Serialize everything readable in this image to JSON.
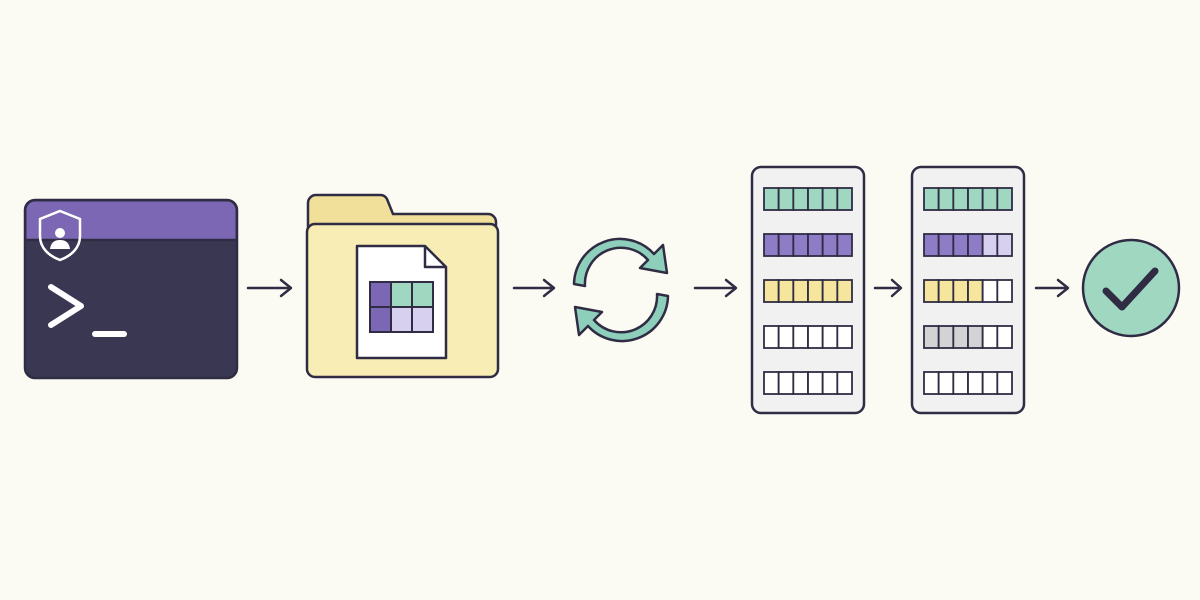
{
  "colors": {
    "background": "#fcfbf3",
    "stroke": "#2f2c44",
    "terminal_body": "#3a3752",
    "terminal_header": "#7b67b3",
    "terminal_text": "#ffffff",
    "folder_fill": "#f8eeb5",
    "folder_tab": "#f1e09a",
    "document_fill": "#ffffff",
    "grid_purple_dark": "#7b67b3",
    "grid_purple_light": "#d8d0ef",
    "grid_green": "#9fd7c1",
    "sync_arrows": "#8ecfbb",
    "panel_fill": "#f1f1f1",
    "bar_green": "#9fd7c1",
    "bar_purple": "#8e7cc7",
    "bar_purple_light": "#d8d0ef",
    "bar_yellow": "#f6e59c",
    "bar_gray": "#d3d3d5",
    "bar_empty": "#ffffff",
    "check_fill": "#9fd7c1"
  },
  "diagram": {
    "steps": [
      {
        "icon": "terminal-shield-icon"
      },
      {
        "icon": "folder-spreadsheet-icon"
      },
      {
        "icon": "sync-icon"
      },
      {
        "icon": "data-panel-icon"
      },
      {
        "icon": "data-panel-icon"
      },
      {
        "icon": "check-circle-icon"
      }
    ],
    "panel_1_fills": [
      1,
      1,
      1,
      0,
      0
    ],
    "panel_2_fills": [
      1,
      0.6,
      0.6,
      0.6,
      0
    ]
  }
}
